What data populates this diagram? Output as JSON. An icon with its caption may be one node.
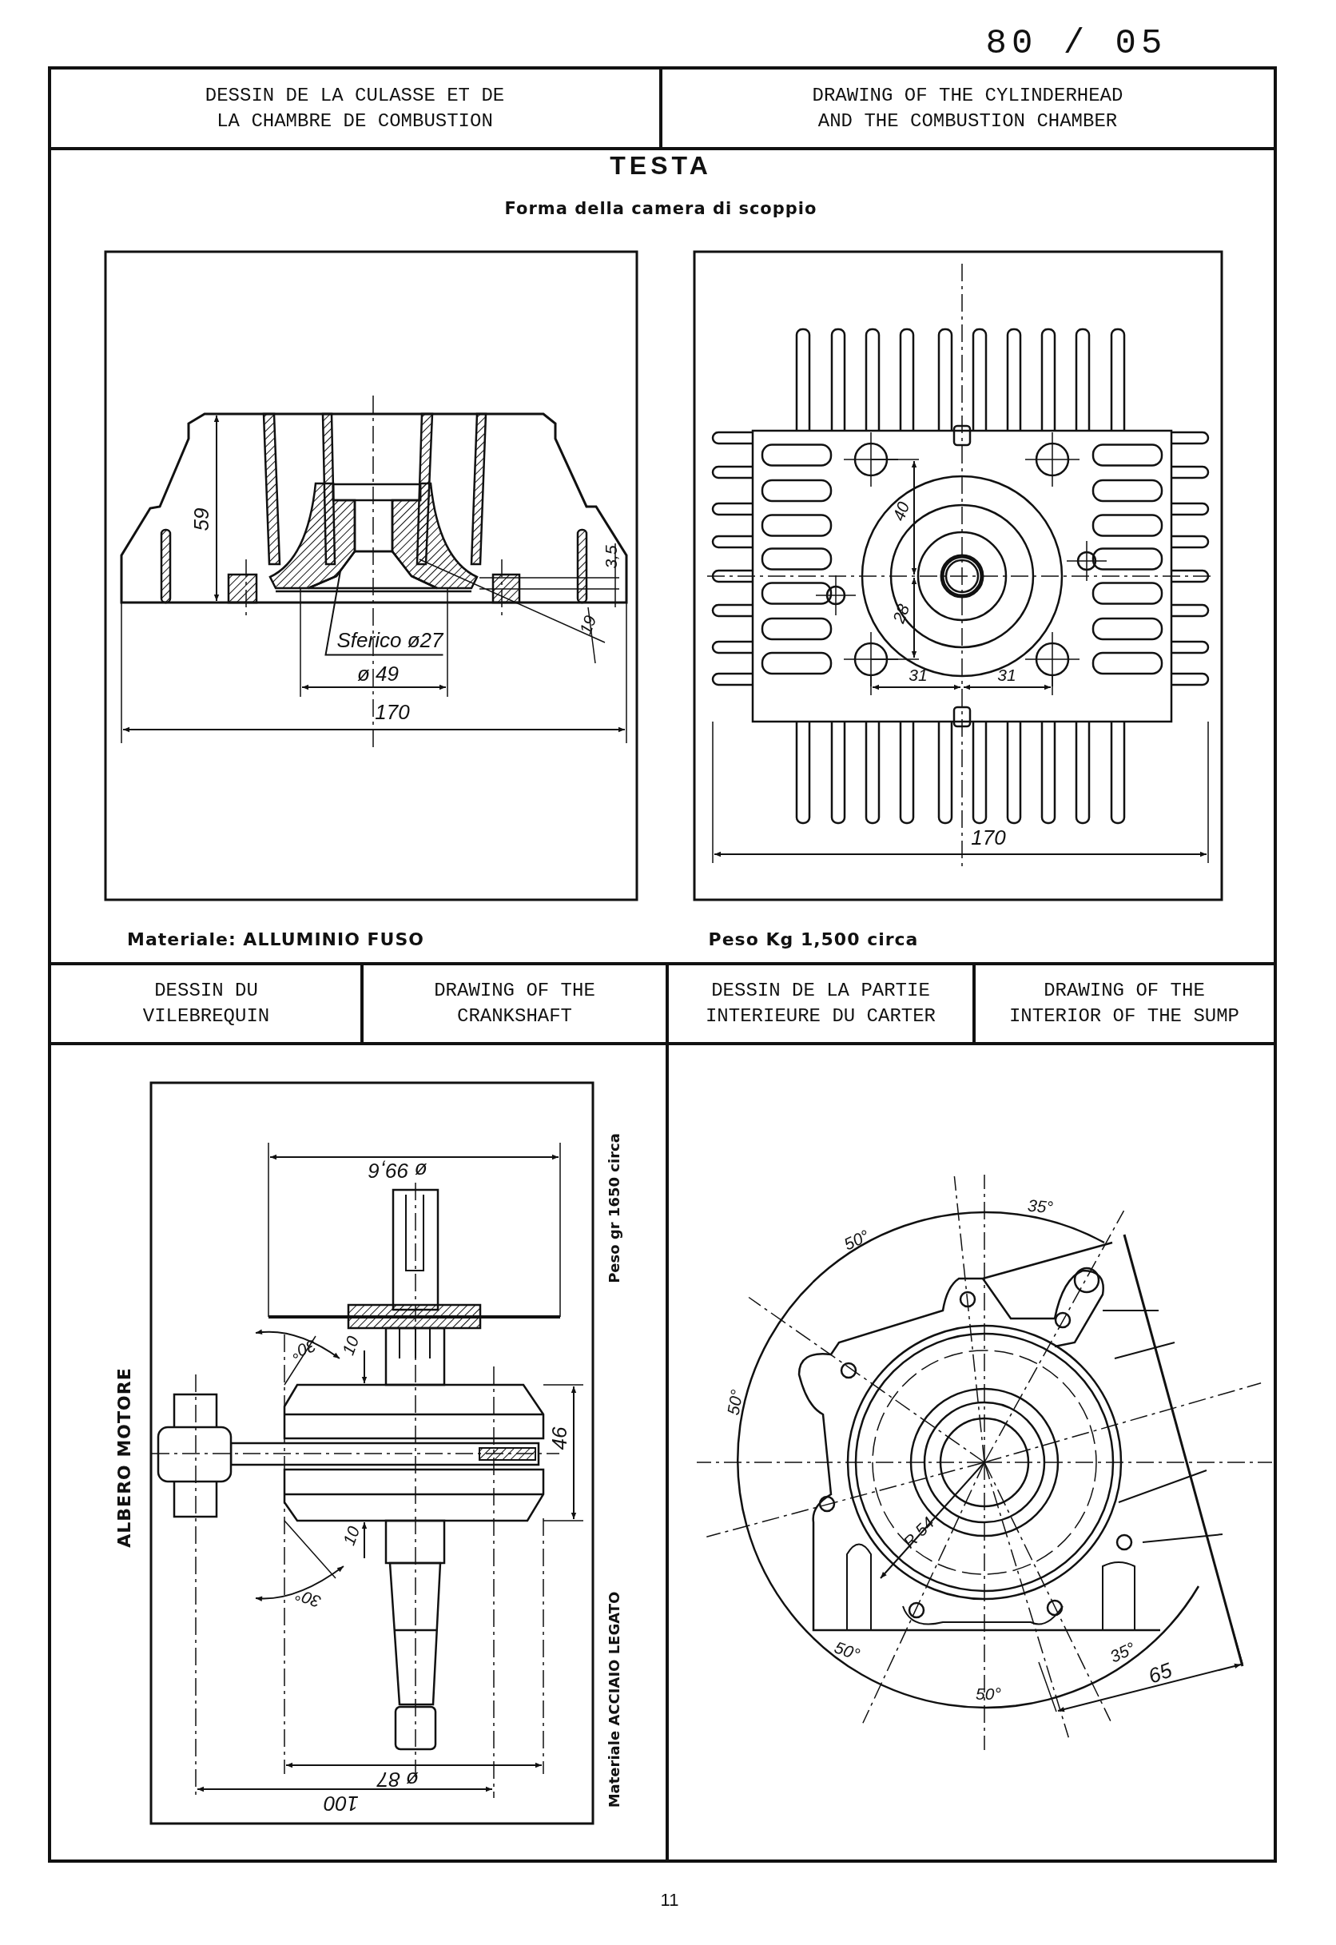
{
  "diagram": {
    "nodes": [
      {
        "text": [
          "Sferico ø27"
        ]
      },
      {
        "text": [],
        "shape": "picture"
      }
    ],
    "edges": [
      {
        "from": 0,
        "to": 1,
        "arrow": "none"
      }
    ],
    "labels": [
      "80 / 05",
      "DESSIN DE LA CULASSE ET DE LA CHAMBRE DE COMBUSTION",
      "DRAWING OF THE CYLINDERHEAD AND THE COMBUSTION CHAMBER",
      "TESTA",
      "Forma della camera di scoppio",
      "59",
      "3,5",
      "19",
      "ø 49",
      "170",
      "40",
      "28",
      "31",
      "31",
      "170",
      "Materiale: ALLUMINIO FUSO",
      "Peso Kg 1,500 circa",
      "DESSIN DU VILEBREQUIN",
      "DRAWING OF THE CRANKSHAFT",
      "DESSIN DE LA PARTIE INTERIEURE DU CARTER",
      "DRAWING OF THE INTERIOR OF THE SUMP",
      "ø 99,6",
      "Peso gr 1650 circa",
      "30°",
      "10",
      "ALBERO MOTORE",
      "46",
      "10",
      "30°",
      "ø 87",
      "100",
      "Materiale ACCIAIO LEGATO",
      "50°",
      "35°",
      "50°",
      "R 54",
      "50°",
      "50°",
      "35°",
      "65",
      "11"
    ]
  }
}
